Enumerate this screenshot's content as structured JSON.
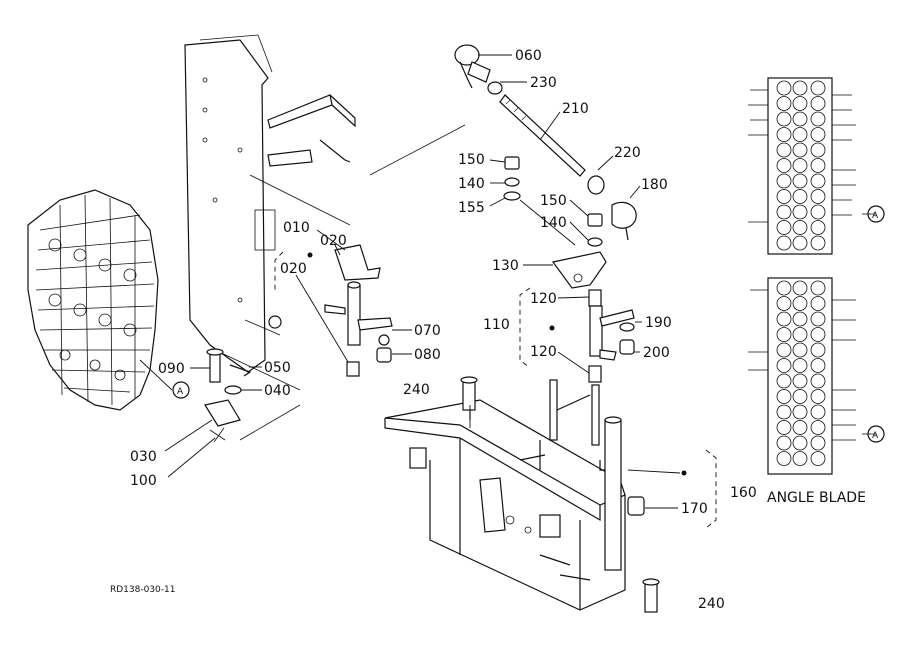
{
  "callouts": {
    "c060": "060",
    "c230": "230",
    "c210": "210",
    "c220": "220",
    "c180": "180",
    "c150a": "150",
    "c140a": "140",
    "c155": "155",
    "c150b": "150",
    "c140b": "140",
    "c130": "130",
    "c120a": "120",
    "c110": "110",
    "c190": "190",
    "c120b": "120",
    "c200": "200",
    "c010": "010",
    "c020a": "020",
    "c020b": "020",
    "c070": "070",
    "c080": "080",
    "c090": "090",
    "c050": "050",
    "c040": "040",
    "c030": "030",
    "c100": "100",
    "c240a": "240",
    "c240b": "240",
    "c170": "170",
    "c160": "160"
  },
  "angle_blade_label": "ANGLE BLADE",
  "ref_marker": "A",
  "drawing_code": "RD138-030-11"
}
